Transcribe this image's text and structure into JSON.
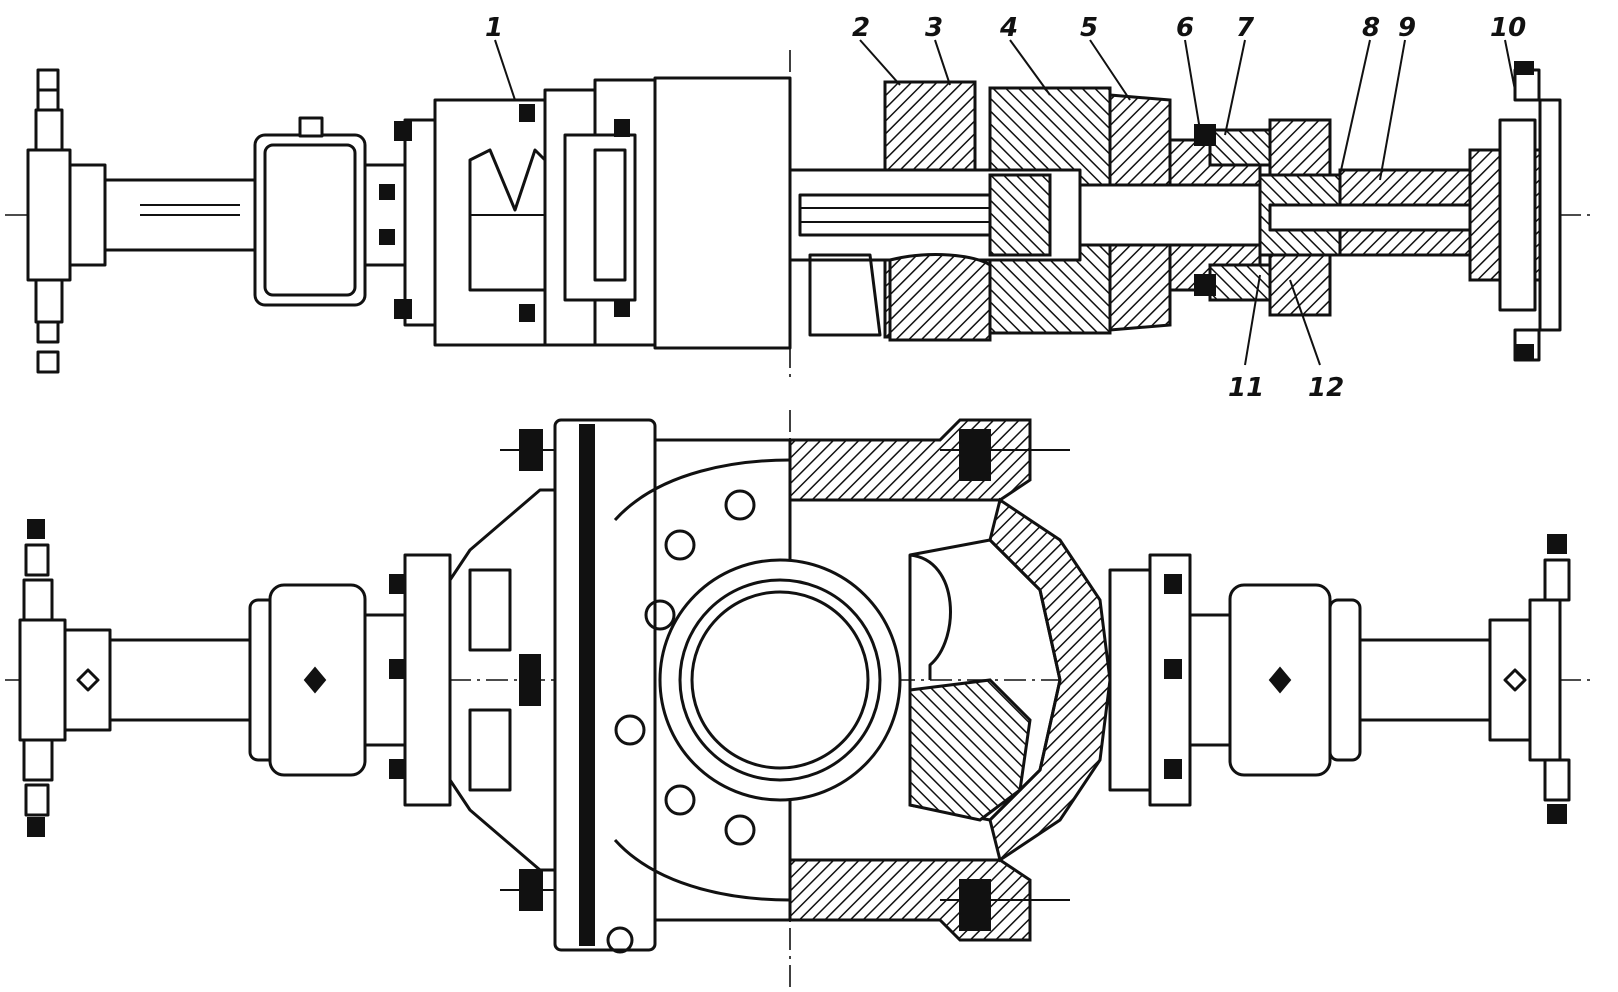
{
  "drawing": {
    "callouts": [
      "1",
      "2",
      "3",
      "4",
      "5",
      "6",
      "7",
      "8",
      "9",
      "10",
      "11",
      "12"
    ]
  }
}
